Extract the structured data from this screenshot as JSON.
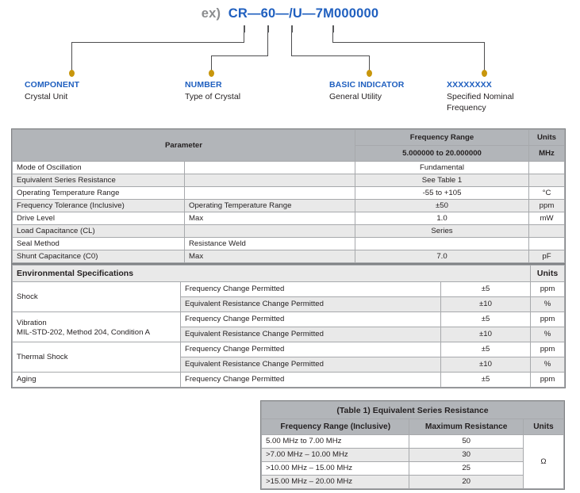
{
  "part_number": {
    "prefix": "ex)",
    "code": "CR—60—/U—7M000000",
    "callouts": [
      {
        "title": "COMPONENT",
        "sub": "Crystal Unit"
      },
      {
        "title": "NUMBER",
        "sub": "Type of Crystal"
      },
      {
        "title": "BASIC INDICATOR",
        "sub": "General Utility"
      },
      {
        "title": "XXXXXXXX",
        "sub": "Specified Nominal Frequency"
      }
    ]
  },
  "spec_table": {
    "header": {
      "parameter": "Parameter",
      "frequency_range": "Frequency Range",
      "frequency_range_value": "5.000000 to 20.000000",
      "units": "Units",
      "units_value": "MHz"
    },
    "rows": [
      {
        "parameter": "Mode of Oscillation",
        "condition": "",
        "value": "Fundamental",
        "units": ""
      },
      {
        "parameter": "Equivalent Series Resistance",
        "condition": "",
        "value": "See Table 1",
        "units": ""
      },
      {
        "parameter": "Operating Temperature Range",
        "condition": "",
        "value": "-55 to +105",
        "units": "°C"
      },
      {
        "parameter": "Frequency Tolerance (Inclusive)",
        "condition": "Operating Temperature Range",
        "value": "±50",
        "units": "ppm"
      },
      {
        "parameter": "Drive Level",
        "condition": "Max",
        "value": "1.0",
        "units": "mW"
      },
      {
        "parameter": "Load Capacitance (CL)",
        "condition": "",
        "value": "Series",
        "units": ""
      },
      {
        "parameter": "Seal Method",
        "condition": "Resistance Weld",
        "value": "",
        "units": ""
      },
      {
        "parameter": "Shunt Capacitance (C0)",
        "condition": "Max",
        "value": "7.0",
        "units": "pF"
      }
    ]
  },
  "env_table": {
    "header": {
      "title": "Environmental Specifications",
      "units": "Units"
    },
    "groups": [
      {
        "name": "Shock",
        "name2": "",
        "rows": [
          {
            "criterion": "Frequency Change Permitted",
            "value": "±5",
            "units": "ppm"
          },
          {
            "criterion": "Equivalent Resistance Change Permitted",
            "value": "±10",
            "units": "%"
          }
        ]
      },
      {
        "name": "Vibration",
        "name2": "MIL-STD-202, Method 204, Condition A",
        "rows": [
          {
            "criterion": "Frequency Change Permitted",
            "value": "±5",
            "units": "ppm"
          },
          {
            "criterion": "Equivalent Resistance Change Permitted",
            "value": "±10",
            "units": "%"
          }
        ]
      },
      {
        "name": "Thermal Shock",
        "name2": "",
        "rows": [
          {
            "criterion": "Frequency Change Permitted",
            "value": "±5",
            "units": "ppm"
          },
          {
            "criterion": "Equivalent Resistance Change Permitted",
            "value": "±10",
            "units": "%"
          }
        ]
      },
      {
        "name": "Aging",
        "name2": "",
        "rows": [
          {
            "criterion": "Frequency Change Permitted",
            "value": "±5",
            "units": "ppm"
          }
        ]
      }
    ]
  },
  "esr_table": {
    "title": "(Table 1) Equivalent Series Resistance",
    "columns": [
      "Frequency Range (Inclusive)",
      "Maximum Resistance",
      "Units"
    ],
    "units": "Ω",
    "rows": [
      {
        "range": "5.00 MHz to 7.00 MHz",
        "resistance": "50"
      },
      {
        "range": ">7.00 MHz – 10.00 MHz",
        "resistance": "30"
      },
      {
        "range": ">10.00 MHz – 15.00 MHz",
        "resistance": "25"
      },
      {
        "range": ">15.00 MHz – 20.00 MHz",
        "resistance": "20"
      }
    ]
  },
  "colors": {
    "accent_blue": "#1f5fbf",
    "dot_orange": "#c8960c",
    "header_gray": "#b2b5b9",
    "row_alt_gray": "#e9e9e9",
    "border_gray": "#a7a9ac"
  }
}
